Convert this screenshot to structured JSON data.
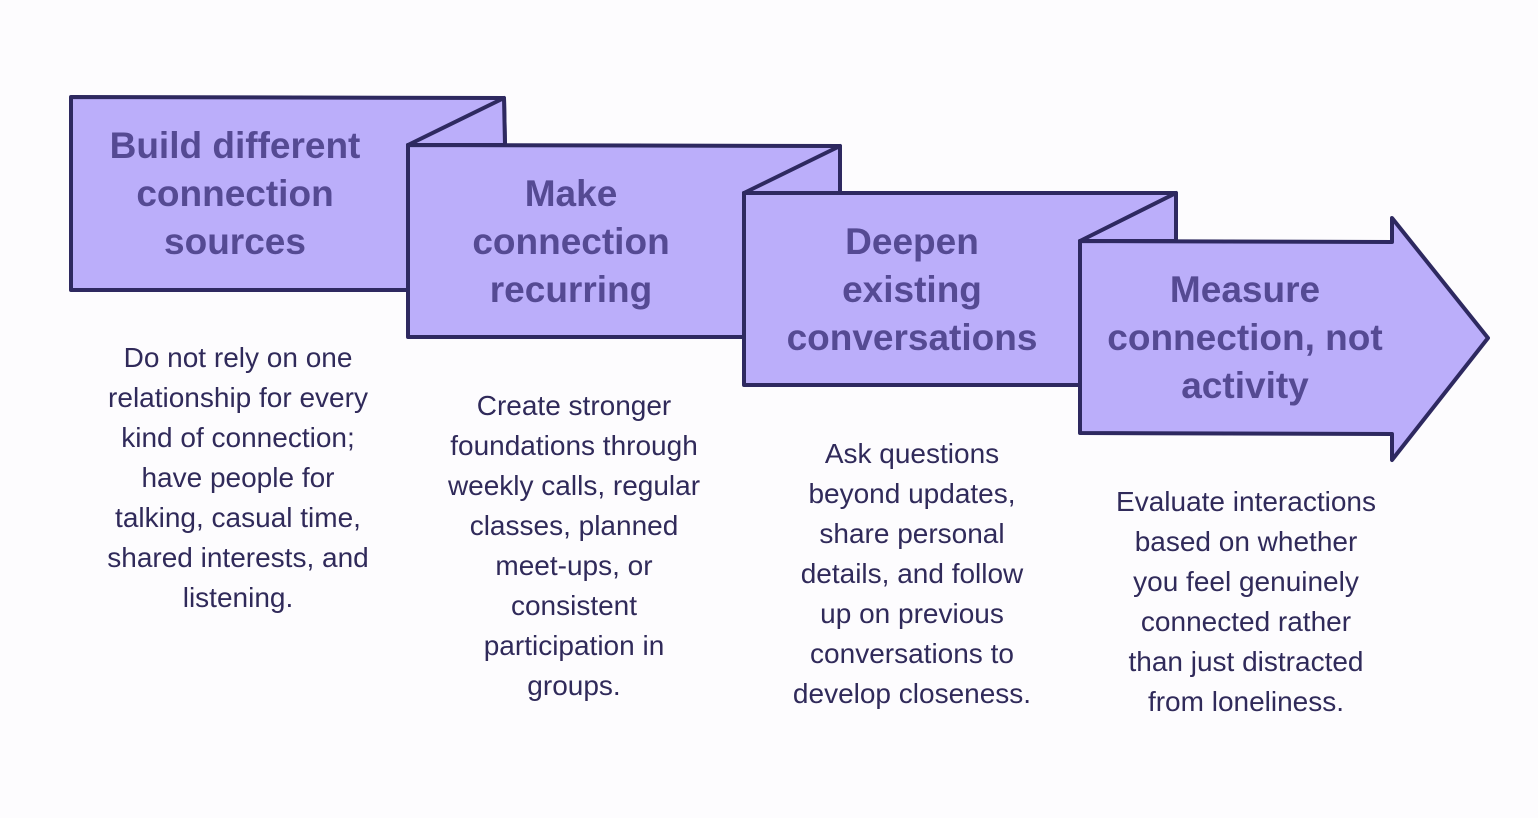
{
  "colors": {
    "fill": "#bbaefa",
    "stroke": "#2e2960",
    "title": "#554a93",
    "text": "#302a5a",
    "background": "#fdfcfe"
  },
  "steps": [
    {
      "title": "Build different\nconnection\nsources",
      "description": "Do not rely on one\nrelationship for every\nkind of connection;\nhave people for\ntalking, casual time,\nshared interests, and\nlistening."
    },
    {
      "title": "Make\nconnection\nrecurring",
      "description": "Create stronger\nfoundations through\nweekly calls, regular\nclasses, planned\nmeet-ups, or\nconsistent\nparticipation in\ngroups."
    },
    {
      "title": "Deepen\nexisting\nconversations",
      "description": "Ask questions\nbeyond updates,\nshare personal\ndetails, and follow\nup on previous\nconversations to\ndevelop closeness."
    },
    {
      "title": "Measure\nconnection, not\nactivity",
      "description": "Evaluate interactions\nbased on whether\nyou feel genuinely\nconnected rather\nthan just distracted\nfrom loneliness."
    }
  ]
}
